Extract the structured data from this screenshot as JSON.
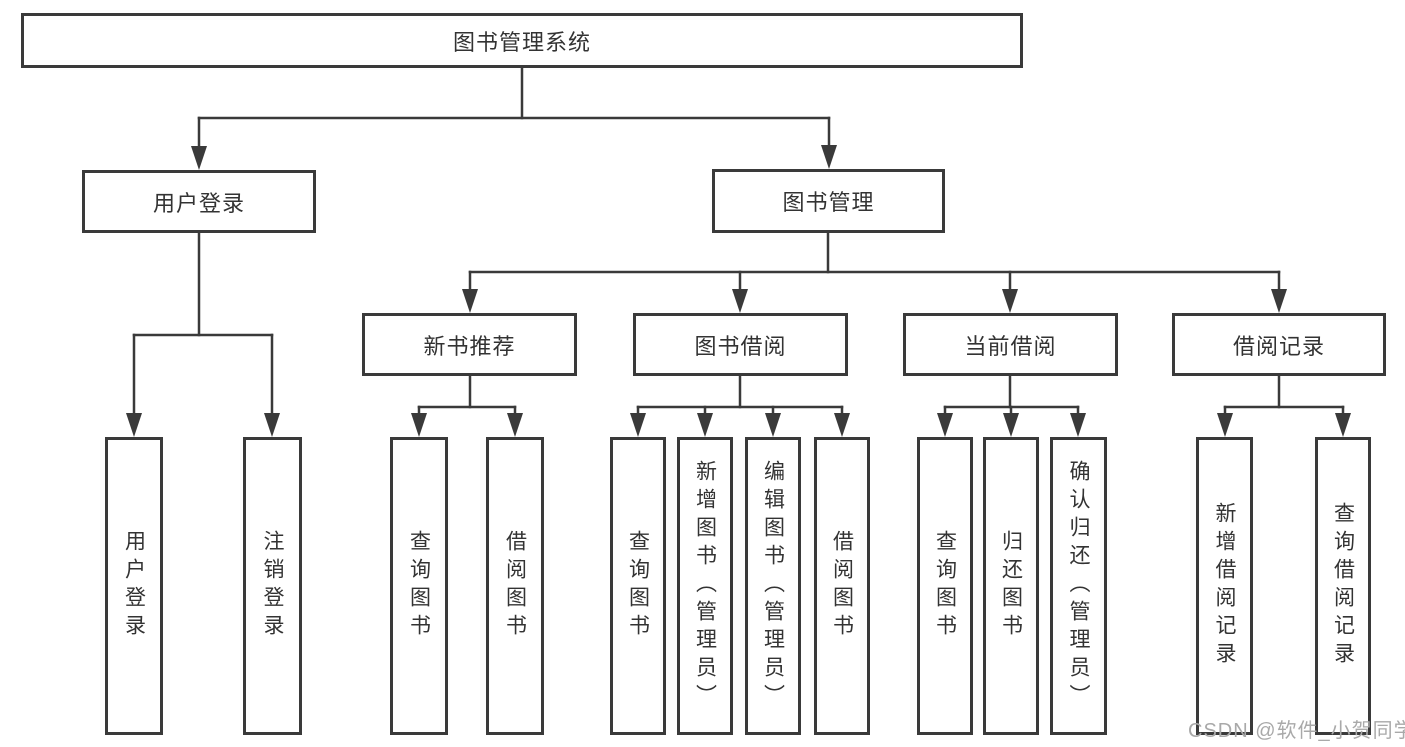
{
  "root": {
    "label": "图书管理系统"
  },
  "level2": [
    {
      "label": "用户登录"
    },
    {
      "label": "图书管理"
    }
  ],
  "level3": [
    {
      "label": "新书推荐"
    },
    {
      "label": "图书借阅"
    },
    {
      "label": "当前借阅"
    },
    {
      "label": "借阅记录"
    }
  ],
  "leaves": [
    {
      "label": "用户登录"
    },
    {
      "label": "注销登录"
    },
    {
      "label": "查询图书"
    },
    {
      "label": "借阅图书"
    },
    {
      "label": "查询图书"
    },
    {
      "label": "新增图书（管理员）"
    },
    {
      "label": "编辑图书（管理员）"
    },
    {
      "label": "借阅图书"
    },
    {
      "label": "查询图书"
    },
    {
      "label": "归还图书"
    },
    {
      "label": "确认归还（管理员）"
    },
    {
      "label": "新增借阅记录"
    },
    {
      "label": "查询借阅记录"
    }
  ],
  "watermark": {
    "text": "CSDN @软件_小贺同学"
  },
  "colors": {
    "line": "#3a3a3a",
    "text": "#333333",
    "watermark": "#a9a9a9",
    "background": "#ffffff"
  }
}
